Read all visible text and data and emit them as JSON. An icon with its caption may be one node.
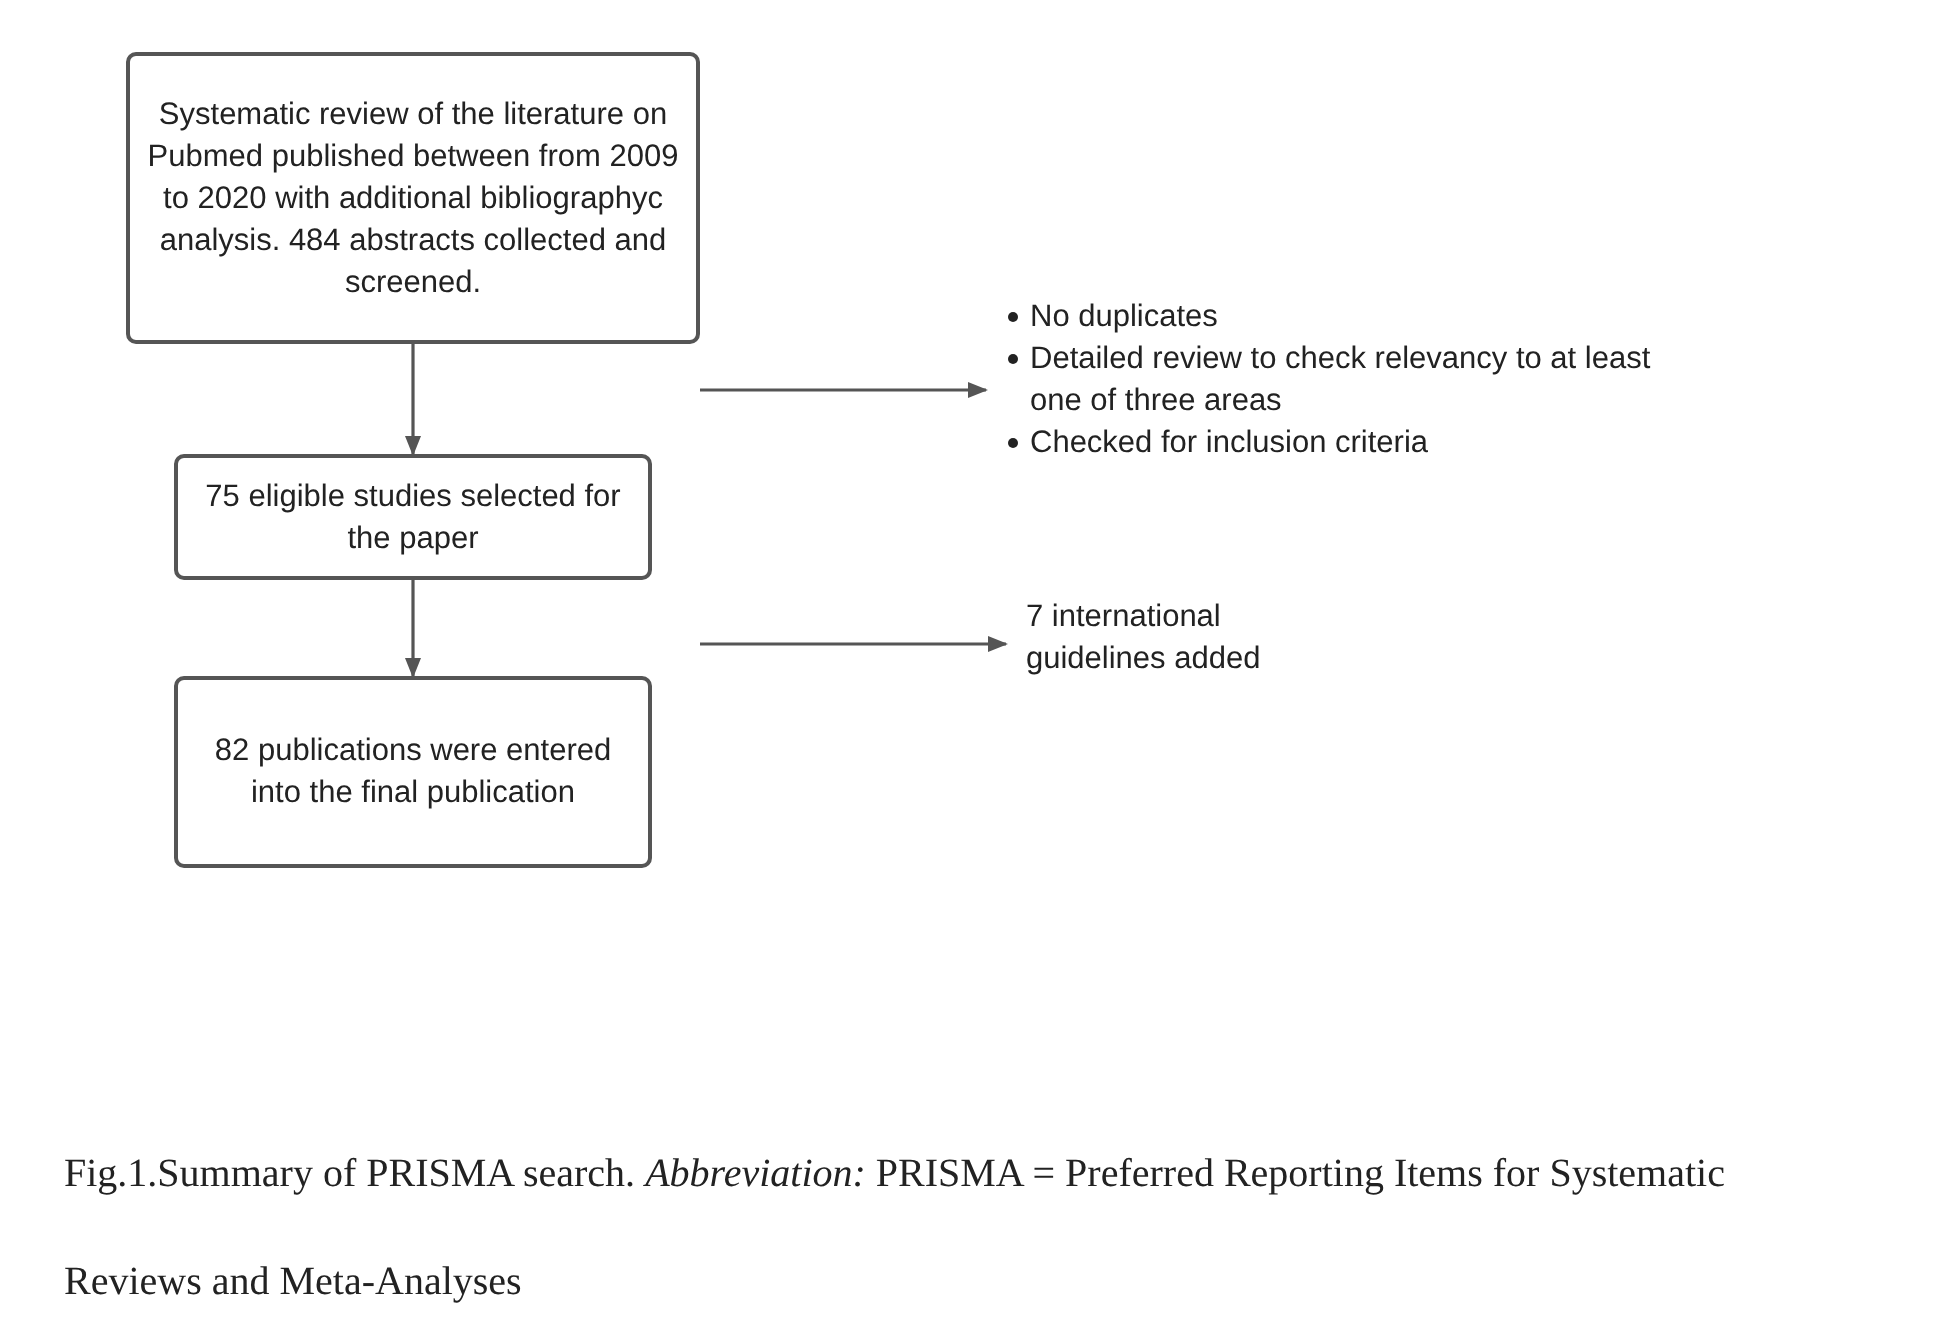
{
  "diagram": {
    "caption": "Fig.1.Summary of PRISMA search. *Abbreviation:* PRISMA = Preferred Reporting Items for Systematic Reviews and Meta-Analyses",
    "nodes": [
      {
        "text": [
          "Systematic review of the literature on Pubmed published between from 2009 to 2020 with additional bibliographyc analysis. 484 abstracts collected and screened."
        ]
      },
      {
        "text": [
          "75 eligible studies selected for the paper"
        ]
      },
      {
        "text": [
          "82 publications were entered into the final publication"
        ]
      },
      {
        "text": [
          "No duplicates",
          "Detailed review to check relevancy to at least one of three areas",
          "Checked for inclusion criteria"
        ]
      },
      {
        "text": [
          "7 international guidelines added"
        ]
      }
    ],
    "edges": [
      {
        "from": 0,
        "to": 1,
        "arrow": "to"
      },
      {
        "from": 1,
        "to": 2,
        "arrow": "to"
      },
      {
        "from": null,
        "to": 3,
        "arrow": "to"
      },
      {
        "from": null,
        "to": 4,
        "arrow": "to"
      }
    ]
  }
}
